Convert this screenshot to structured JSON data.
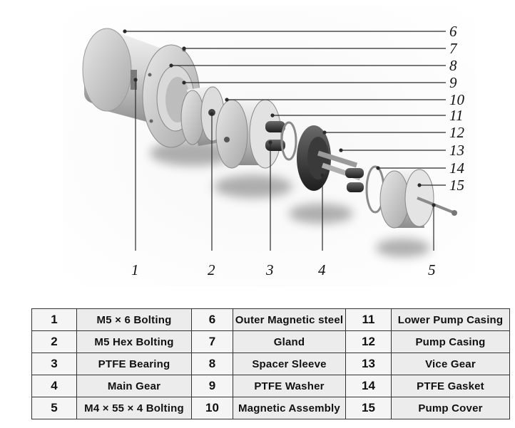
{
  "callouts": {
    "right": [
      "6",
      "7",
      "8",
      "9",
      "10",
      "11",
      "12",
      "13",
      "14",
      "15"
    ],
    "bottom": [
      "1",
      "2",
      "3",
      "4",
      "5"
    ]
  },
  "parts": [
    {
      "num": "1",
      "name": "M5 × 6 Bolting"
    },
    {
      "num": "2",
      "name": "M5 Hex Bolting"
    },
    {
      "num": "3",
      "name": "PTFE Bearing"
    },
    {
      "num": "4",
      "name": "Main Gear"
    },
    {
      "num": "5",
      "name": "M4 × 55 × 4 Bolting"
    },
    {
      "num": "6",
      "name": "Outer Magnetic steel"
    },
    {
      "num": "7",
      "name": "Gland"
    },
    {
      "num": "8",
      "name": "Spacer Sleeve"
    },
    {
      "num": "9",
      "name": "PTFE Washer"
    },
    {
      "num": "10",
      "name": "Magnetic Assembly"
    },
    {
      "num": "11",
      "name": "Lower Pump Casing"
    },
    {
      "num": "12",
      "name": "Pump Casing"
    },
    {
      "num": "13",
      "name": "Vice Gear"
    },
    {
      "num": "14",
      "name": "PTFE Gasket"
    },
    {
      "num": "15",
      "name": "Pump Cover"
    }
  ]
}
